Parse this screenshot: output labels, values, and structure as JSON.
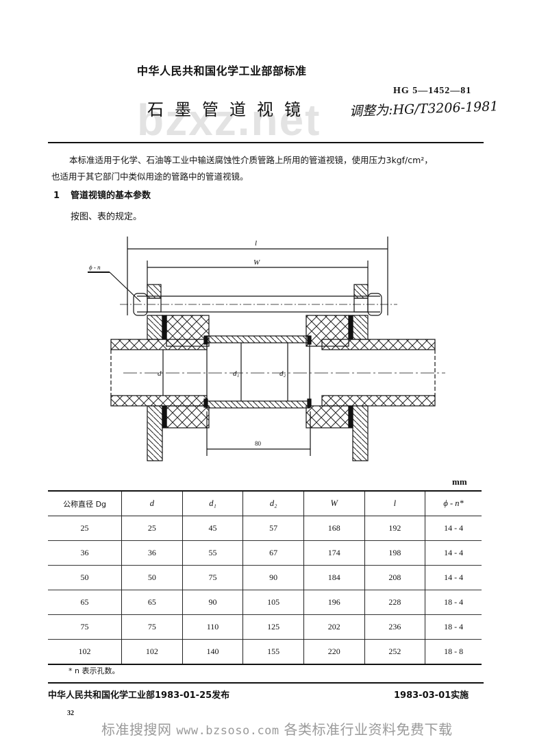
{
  "header": {
    "ministry": "中华人民共和国化学工业部部标准",
    "standard_number": "HG 5—1452—81",
    "title": "石墨管道视镜",
    "handwritten_note": "调整为:HG/T3206-1981",
    "watermark": "bzxz.net"
  },
  "body": {
    "intro_line1": "本标准适用于化学、石油等工业中输送腐蚀性介质管路上所用的管道视镜，使用压力3kgf/cm²，",
    "intro_line2": "也适用于其它部门中类似用途的管路中的管道视镜。",
    "section1": {
      "number": "1",
      "title": "管道视镜的基本参数"
    },
    "section1_text": "按图、表的规定。"
  },
  "drawing": {
    "labels": {
      "overall_length": "l",
      "width": "W",
      "bolt_hole": "ϕ - n",
      "inner_diameter": "d",
      "d1": "d₁",
      "d2": "d₂",
      "glass_length": "80"
    }
  },
  "table": {
    "unit": "mm",
    "columns": [
      "公称直径 Dg",
      "d",
      "d₁",
      "d₂",
      "W",
      "l",
      "ϕ - n*"
    ],
    "rows": [
      [
        "25",
        "25",
        "45",
        "57",
        "168",
        "192",
        "14 - 4"
      ],
      [
        "36",
        "36",
        "55",
        "67",
        "174",
        "198",
        "14 - 4"
      ],
      [
        "50",
        "50",
        "75",
        "90",
        "184",
        "208",
        "14 - 4"
      ],
      [
        "65",
        "65",
        "90",
        "105",
        "196",
        "228",
        "18 - 4"
      ],
      [
        "75",
        "75",
        "110",
        "125",
        "202",
        "236",
        "18 - 4"
      ],
      [
        "102",
        "102",
        "140",
        "155",
        "220",
        "252",
        "18 - 8"
      ]
    ],
    "footnote": "* n 表示孔数。"
  },
  "footer": {
    "issued": "中华人民共和国化学工业部1983-01-25发布",
    "effective": "1983-03-01实施",
    "page_number": "32",
    "watermark_cn1": "标准搜搜网 ",
    "watermark_url": "www.bzsoso.com",
    "watermark_cn2": " 各类标准行业资料免费下载"
  }
}
